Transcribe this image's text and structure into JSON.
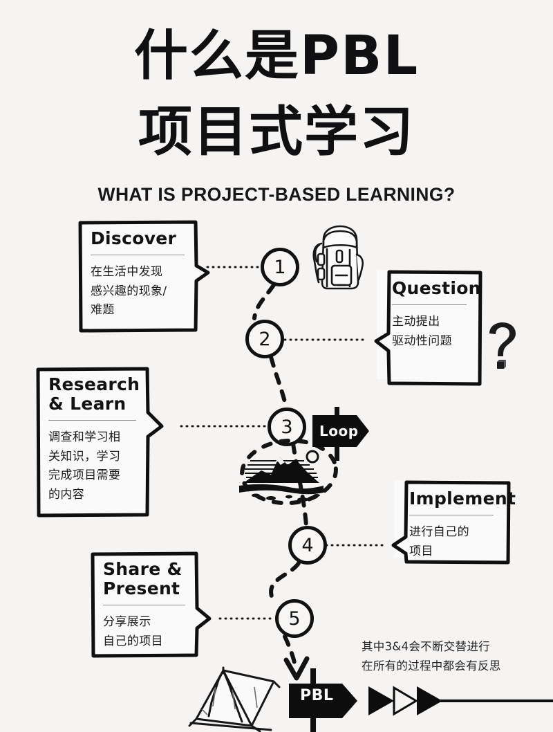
{
  "page": {
    "background_color": "#f5f4f3",
    "ink_color": "#111111"
  },
  "header": {
    "title_cn_line1": "什么是PBL",
    "title_cn_line2": "项目式学习",
    "subtitle_en": "WHAT IS PROJECT-BASED LEARNING?"
  },
  "steps": [
    {
      "number": "1",
      "title": "Discover",
      "body_lines": [
        "在生活中发现",
        "感兴趣的现象/",
        "难题"
      ],
      "side": "left"
    },
    {
      "number": "2",
      "title": "Question",
      "body_lines": [
        "主动提出",
        "驱动性问题"
      ],
      "side": "right"
    },
    {
      "number": "3",
      "title": "Research\n& Learn",
      "title_line1": "Research",
      "title_line2": "& Learn",
      "body_lines": [
        "调查和学习相",
        "关知识，学习",
        "完成项目需要",
        "的内容"
      ],
      "side": "left"
    },
    {
      "number": "4",
      "title": "Implement",
      "body_lines": [
        "进行自己的",
        "项目"
      ],
      "side": "right"
    },
    {
      "number": "5",
      "title_line1": "Share &",
      "title_line2": "Present",
      "body_lines": [
        "分享展示",
        "自己的项目"
      ],
      "side": "left"
    }
  ],
  "signs": {
    "loop": "Loop",
    "pbl": "PBL"
  },
  "footer": {
    "note_line1": "其中3&4会不断交替进行",
    "note_line2": "在所有的过程中都会有反思"
  },
  "illustrations": {
    "backpack": "backpack-icon",
    "question_mark": "question-mark-icon",
    "mountain": "mountain-landscape-icon",
    "tent": "tent-icon",
    "arrow_decoration": "triangle-arrow-decoration"
  }
}
